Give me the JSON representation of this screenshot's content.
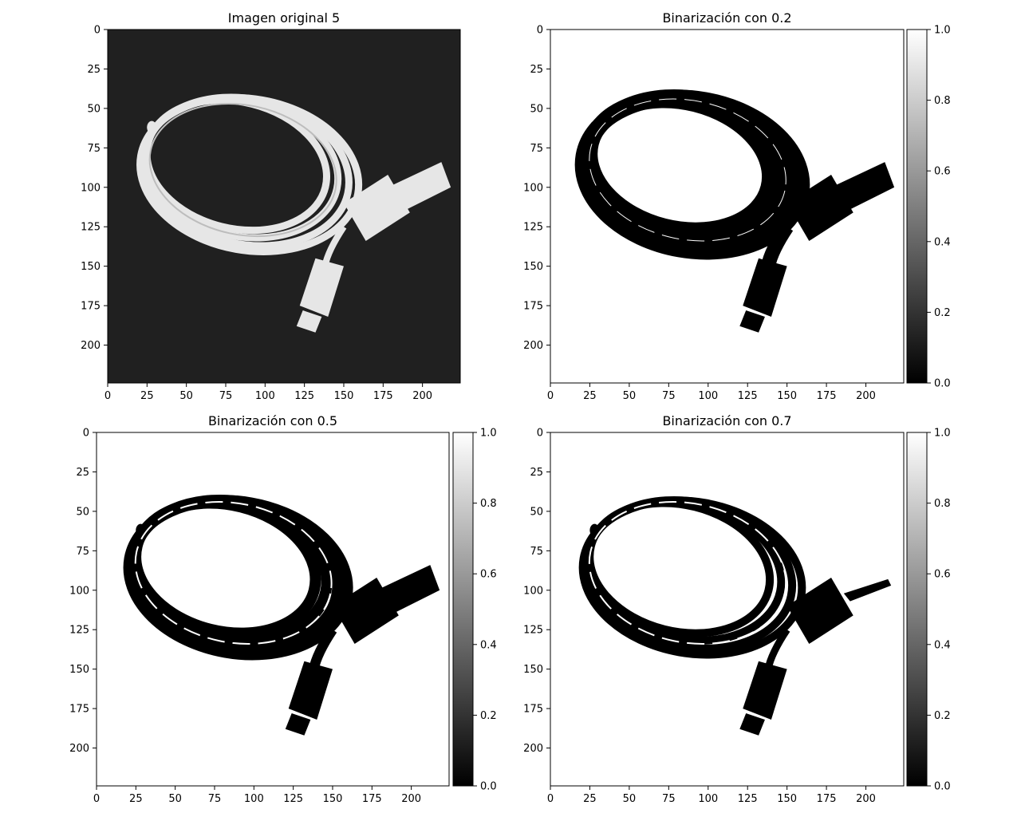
{
  "chart_data": [
    {
      "type": "heatmap",
      "title": "Imagen original 5",
      "xlim": [
        0,
        224
      ],
      "ylim": [
        224,
        0
      ],
      "x_ticks": [
        0,
        25,
        50,
        75,
        100,
        125,
        150,
        175,
        200
      ],
      "y_ticks": [
        0,
        25,
        50,
        75,
        100,
        125,
        150,
        175,
        200
      ],
      "colormap": "gray",
      "background": "#202020",
      "foreground": "#e6e6e6",
      "colorbar": null
    },
    {
      "type": "heatmap",
      "title": "Binarización con 0.2",
      "threshold": 0.2,
      "xlim": [
        0,
        224
      ],
      "ylim": [
        224,
        0
      ],
      "x_ticks": [
        0,
        25,
        50,
        75,
        100,
        125,
        150,
        175,
        200
      ],
      "y_ticks": [
        0,
        25,
        50,
        75,
        100,
        125,
        150,
        175,
        200
      ],
      "colormap": "gray",
      "background": "#ffffff",
      "foreground": "#000000",
      "colorbar": {
        "min": 0.0,
        "max": 1.0,
        "ticks": [
          "0.0",
          "0.2",
          "0.4",
          "0.6",
          "0.8",
          "1.0"
        ]
      }
    },
    {
      "type": "heatmap",
      "title": "Binarización con 0.5",
      "threshold": 0.5,
      "xlim": [
        0,
        224
      ],
      "ylim": [
        224,
        0
      ],
      "x_ticks": [
        0,
        25,
        50,
        75,
        100,
        125,
        150,
        175,
        200
      ],
      "y_ticks": [
        0,
        25,
        50,
        75,
        100,
        125,
        150,
        175,
        200
      ],
      "colormap": "gray",
      "background": "#ffffff",
      "foreground": "#000000",
      "colorbar": {
        "min": 0.0,
        "max": 1.0,
        "ticks": [
          "0.0",
          "0.2",
          "0.4",
          "0.6",
          "0.8",
          "1.0"
        ]
      }
    },
    {
      "type": "heatmap",
      "title": "Binarización con 0.7",
      "threshold": 0.7,
      "xlim": [
        0,
        224
      ],
      "ylim": [
        224,
        0
      ],
      "x_ticks": [
        0,
        25,
        50,
        75,
        100,
        125,
        150,
        175,
        200
      ],
      "y_ticks": [
        0,
        25,
        50,
        75,
        100,
        125,
        150,
        175,
        200
      ],
      "colormap": "gray",
      "background": "#ffffff",
      "foreground": "#000000",
      "colorbar": {
        "min": 0.0,
        "max": 1.0,
        "ticks": [
          "0.0",
          "0.2",
          "0.4",
          "0.6",
          "0.8",
          "1.0"
        ]
      }
    }
  ]
}
